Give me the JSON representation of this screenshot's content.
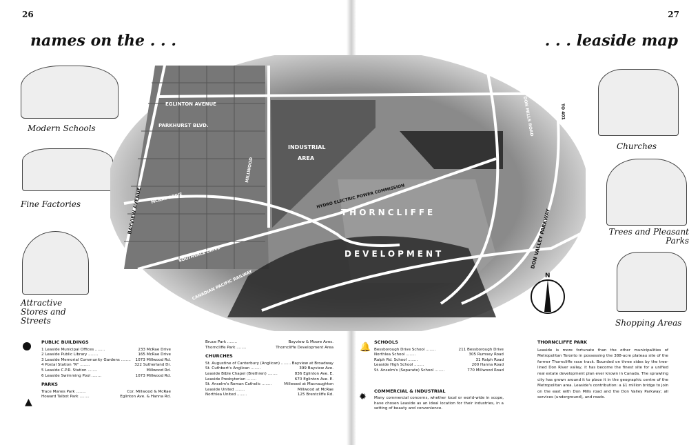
{
  "page_left": "26",
  "page_right": "27",
  "heading_left": "names on the . . .",
  "heading_right": ". . . leaside map",
  "captions": {
    "schools": "Modern Schools",
    "factories": "Fine Factories",
    "stores": "Attractive Stores and Streets",
    "churches": "Churches",
    "trees": "Trees and Pleasant Parks",
    "shopping": "Shopping Areas"
  },
  "map_labels": {
    "eglinton": "EGLINTON AVENUE",
    "parkhurst": "PARKHURST BLVD.",
    "bayview": "BAYVIEW AVENUE",
    "mcrae": "MCRAE DRIVE",
    "southvale": "SOUTHVALE DRIVE",
    "millwood": "MILLWOOD",
    "industrial": "INDUSTRIAL",
    "area": "AREA",
    "hydro": "HYDRO ELECTRIC POWER COMMISSION",
    "thorncliffe": "THORNCLIFFE",
    "development": "DEVELOPMENT",
    "donmills": "DON MILLS ROAD",
    "to401": "TO 401",
    "dvp": "DON VALLEY PARKWAY",
    "railway": "CANADIAN PACIFIC RAILWAY",
    "north": "N"
  },
  "public_buildings": {
    "title": "PUBLIC BUILDINGS",
    "items": [
      {
        "name": "1 Leaside Municipal Offices",
        "addr": "233 McRae Drive"
      },
      {
        "name": "2 Leaside Public Library",
        "addr": "165 McRae Drive"
      },
      {
        "name": "3 Leaside Memorial Community Gardens",
        "addr": "1073 Millwood Rd."
      },
      {
        "name": "4 Postal Station \"R\"",
        "addr": "322 Sutherland Dr."
      },
      {
        "name": "5 Leaside C.P.R. Station",
        "addr": "Millwood Rd."
      },
      {
        "name": "6 Leaside Swimming Pool",
        "addr": "1073 Millwood Rd."
      }
    ]
  },
  "parks": {
    "title": "PARKS",
    "items": [
      {
        "name": "Trace Manes Park",
        "addr": "Cor. Millwood & McRae"
      },
      {
        "name": "Howard Talbot Park",
        "addr": "Eglinton Ave. & Hanna Rd."
      },
      {
        "name": "Bruce Park",
        "addr": "Bayview & Moore Aves."
      },
      {
        "name": "Thorncliffe Park",
        "addr": "Thorncliffe Development Area"
      }
    ]
  },
  "churches": {
    "title": "CHURCHES",
    "items": [
      {
        "name": "St. Augustine of Canterbury (Anglican)",
        "addr": "Bayview at Broadway"
      },
      {
        "name": "St. Cuthbert's Anglican",
        "addr": "399 Bayview Ave."
      },
      {
        "name": "Leaside Bible Chapel (Brethren)",
        "addr": "836 Eglinton Ave. E."
      },
      {
        "name": "Leaside Presbyterian",
        "addr": "670 Eglinton Ave. E."
      },
      {
        "name": "St. Anselm's Roman Catholic",
        "addr": "Millwood at Macnaughton"
      },
      {
        "name": "Leaside United",
        "addr": "Millwood at McRae"
      },
      {
        "name": "Northlea United",
        "addr": "125 Brentcliffe Rd."
      }
    ]
  },
  "schools": {
    "title": "SCHOOLS",
    "items": [
      {
        "name": "Bessborough Drive School",
        "addr": "211 Bessborough Drive"
      },
      {
        "name": "Northlea School",
        "addr": "305 Rumsey Road"
      },
      {
        "name": "Ralph Rd. School",
        "addr": "31 Ralph Road"
      },
      {
        "name": "Leaside High School",
        "addr": "200 Hanna Road"
      },
      {
        "name": "St. Anselm's (Separate) School",
        "addr": "770 Millwood Road"
      }
    ]
  },
  "commercial": {
    "title": "COMMERCIAL & INDUSTRIAL",
    "text": "Many commercial concerns, whether local or world-wide in scope, have chosen Leaside as an ideal location for their industries, in a setting of beauty and convenience."
  },
  "thorncliffe": {
    "title": "THORNCLIFFE PARK",
    "text": "Leaside is more fortunate than the other municipalities of Metropolitan Toronto in possessing the 388-acre plateau site of the former Thorncliffe race track. Bounded on three sides by the tree-lined Don River valley, it has become the finest site for a unified real estate development plan ever known in Canada. The sprawling city has grown around it to place it in the geographic centre of the Metropolitan area. Leaside's contribution: a $1 million bridge to join on the east with Don Mills road and the Don Valley Parkway; all services (underground), and roads."
  }
}
